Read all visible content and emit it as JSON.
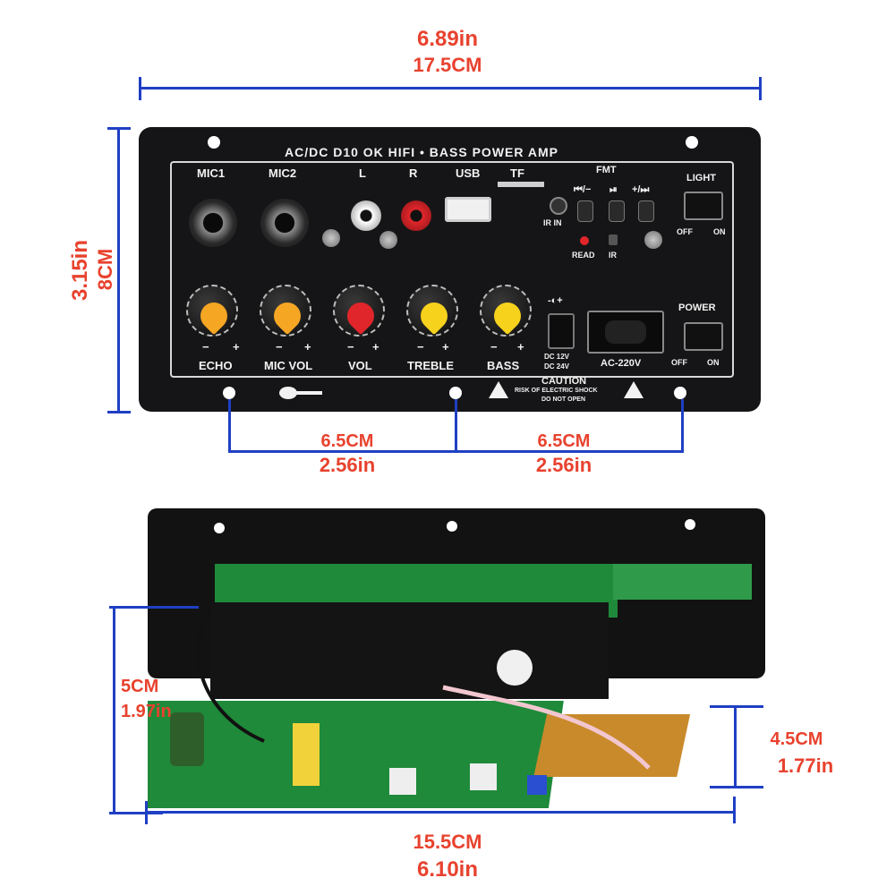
{
  "top_width": {
    "in": "6.89in",
    "cm": "17.5CM"
  },
  "height": {
    "in": "3.15in",
    "cm": "8CM"
  },
  "hole_spacing_left": {
    "cm": "6.5CM",
    "in": "2.56in"
  },
  "hole_spacing_right": {
    "cm": "6.5CM",
    "in": "2.56in"
  },
  "board_depth": {
    "cm": "5CM",
    "in": "1.97in"
  },
  "board_height_right": {
    "cm": "4.5CM",
    "in": "1.77in"
  },
  "board_length": {
    "cm": "15.5CM",
    "in": "6.10in"
  },
  "panel": {
    "title": "AC/DC  D10 OK  HIFI  •  BASS  POWER  AMP",
    "mic1": "MIC1",
    "mic2": "MIC2",
    "l": "L",
    "r": "R",
    "usb": "USB",
    "tf": "TF",
    "fmt": "FMT",
    "prev": "⏮/−",
    "play": "⏯",
    "next": "+/⏭",
    "ir_in": "IR IN",
    "read": "READ",
    "ir": "IR",
    "light": "LIGHT",
    "light_off": "OFF",
    "light_on": "ON",
    "knob_labels": [
      "ECHO",
      "MIC VOL",
      "VOL",
      "TREBLE",
      "BASS"
    ],
    "minus": "−",
    "plus": "+",
    "dc_symbol": "-◐+",
    "dc_12": "DC 12V",
    "dc_24": "DC 24V",
    "ac": "AC-220V",
    "power": "POWER",
    "power_off": "OFF",
    "power_on": "ON",
    "caution": "CAUTION",
    "caution_line1": "RISK OF ELECTRIC SHOCK",
    "caution_line2": "DO NOT OPEN"
  },
  "colors": {
    "dimension_text": "#e8422e",
    "dimension_line": "#1f3fc4",
    "panel": "#151517",
    "knob_orange": "#f5a623",
    "knob_red": "#e0262b",
    "knob_yellow": "#f6d21c",
    "pcb_green": "#1f8a3a",
    "heatsink": "#141414"
  }
}
